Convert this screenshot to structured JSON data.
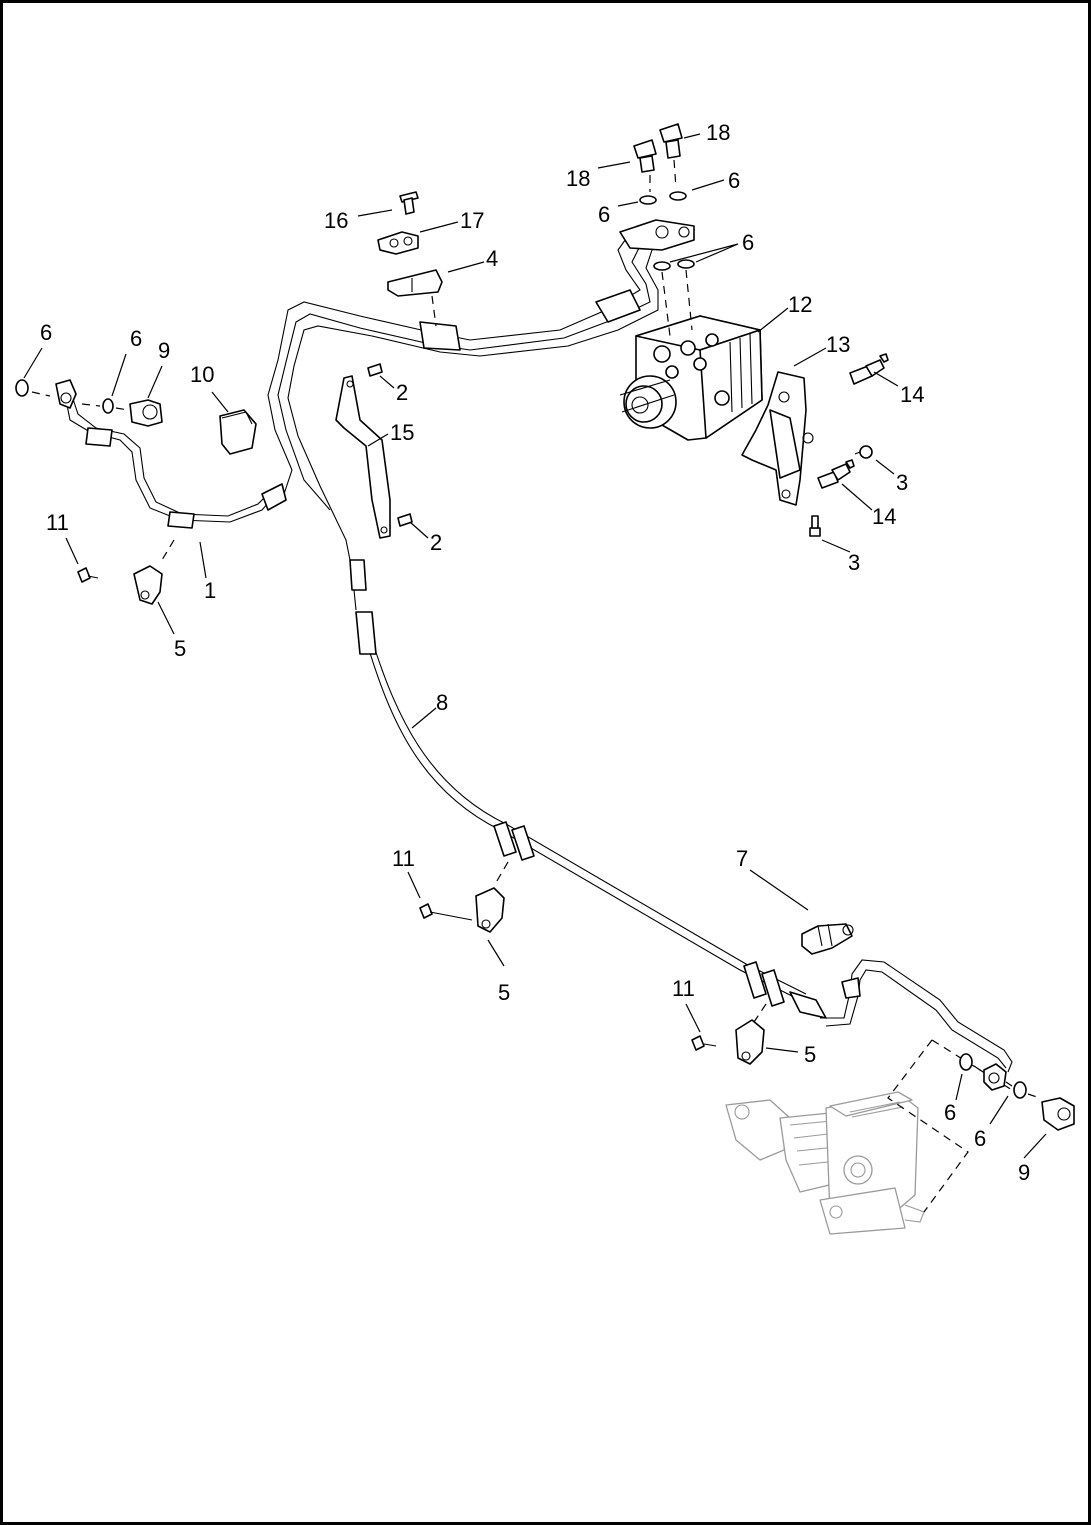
{
  "diagram": {
    "callouts": [
      {
        "id": "c6a",
        "text": "6"
      },
      {
        "id": "c6b",
        "text": "6"
      },
      {
        "id": "c9a",
        "text": "9"
      },
      {
        "id": "c10",
        "text": "10"
      },
      {
        "id": "c11a",
        "text": "11"
      },
      {
        "id": "c1",
        "text": "1"
      },
      {
        "id": "c5a",
        "text": "5"
      },
      {
        "id": "c16",
        "text": "16"
      },
      {
        "id": "c17",
        "text": "17"
      },
      {
        "id": "c4",
        "text": "4"
      },
      {
        "id": "c2a",
        "text": "2"
      },
      {
        "id": "c15",
        "text": "15"
      },
      {
        "id": "c2b",
        "text": "2"
      },
      {
        "id": "c18a",
        "text": "18"
      },
      {
        "id": "c18b",
        "text": "18"
      },
      {
        "id": "c6c",
        "text": "6"
      },
      {
        "id": "c6d",
        "text": "6"
      },
      {
        "id": "c6e",
        "text": "6"
      },
      {
        "id": "c12",
        "text": "12"
      },
      {
        "id": "c13",
        "text": "13"
      },
      {
        "id": "c14a",
        "text": "14"
      },
      {
        "id": "c3a",
        "text": "3"
      },
      {
        "id": "c14b",
        "text": "14"
      },
      {
        "id": "c3b",
        "text": "3"
      },
      {
        "id": "c8",
        "text": "8"
      },
      {
        "id": "c11b",
        "text": "11"
      },
      {
        "id": "c5b",
        "text": "5"
      },
      {
        "id": "c7",
        "text": "7"
      },
      {
        "id": "c11c",
        "text": "11"
      },
      {
        "id": "c5c",
        "text": "5"
      },
      {
        "id": "c6f",
        "text": "6"
      },
      {
        "id": "c6g",
        "text": "6"
      },
      {
        "id": "c9b",
        "text": "9"
      }
    ]
  }
}
